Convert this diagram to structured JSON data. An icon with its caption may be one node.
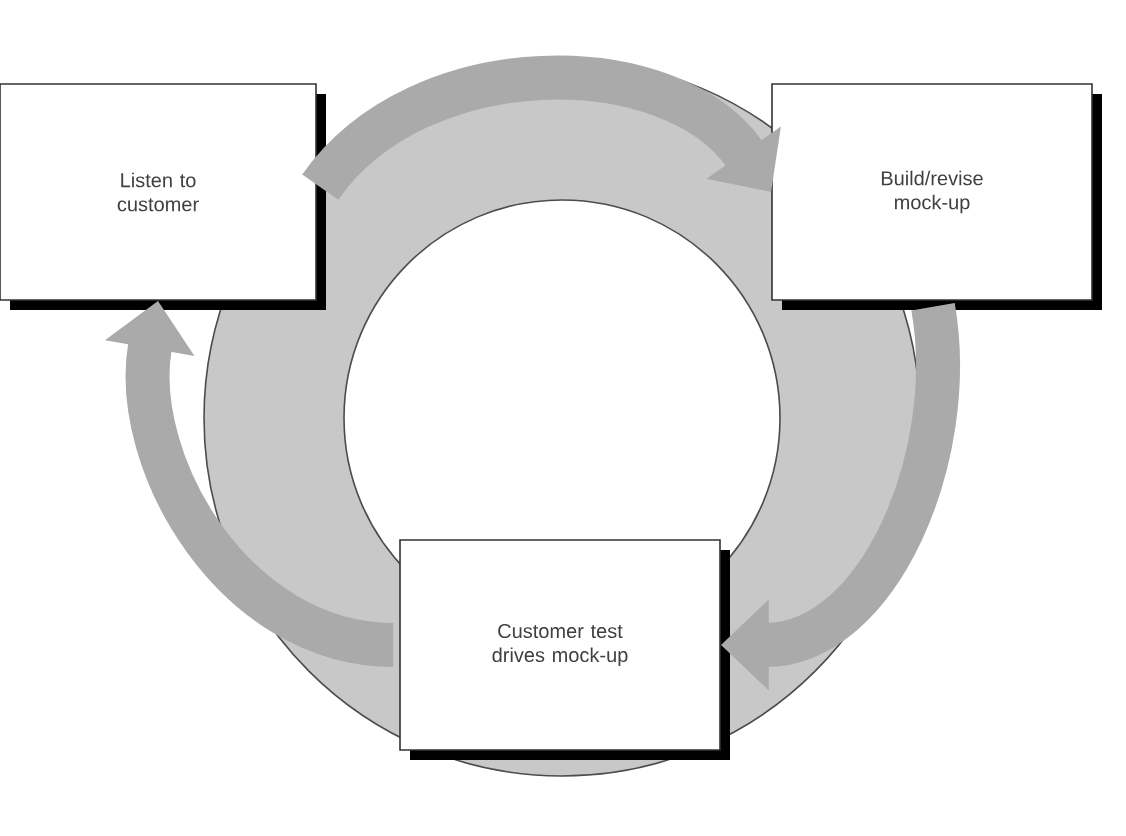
{
  "diagram": {
    "nodes": [
      {
        "text": [
          "Listen to customer"
        ]
      },
      {
        "text": [
          "Build/revise mock-up"
        ]
      },
      {
        "text": [
          "Customer test drives mock-up"
        ]
      }
    ],
    "edges": [
      {
        "from": 0,
        "to": 1,
        "arrow": "to"
      },
      {
        "from": 1,
        "to": 2,
        "arrow": "to"
      },
      {
        "from": 2,
        "to": 0,
        "arrow": "to"
      }
    ]
  }
}
